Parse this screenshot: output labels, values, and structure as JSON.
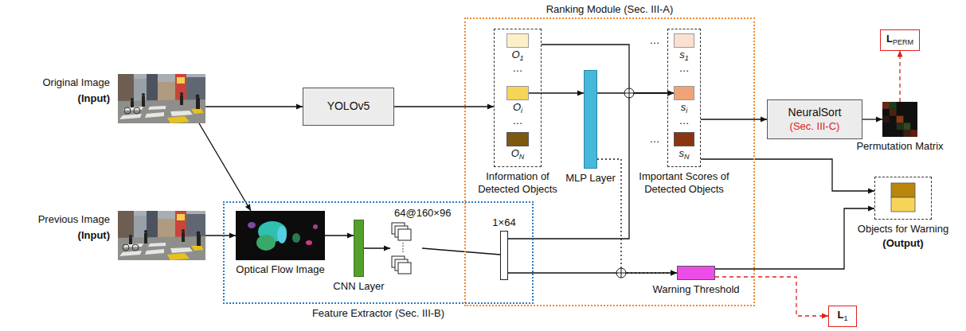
{
  "diagram": {
    "nodes": [
      {
        "text": [
          "Original Image",
          "(Input)"
        ]
      },
      {
        "text": [
          "Previous Image",
          "(Input)"
        ]
      },
      {
        "text": [
          "YOLOv5"
        ]
      },
      {
        "text": [
          "Ranking Module (Sec. III-A)"
        ]
      },
      {
        "text": [
          "Information of Detected Objects"
        ],
        "in": 3
      },
      {
        "text": [
          "O1"
        ],
        "in": 4
      },
      {
        "text": [
          "Oi"
        ],
        "in": 4
      },
      {
        "text": [
          "ON"
        ],
        "in": 4
      },
      {
        "text": [
          "MLP Layer"
        ],
        "in": 3
      },
      {
        "text": [
          "Important Scores of Detected Objects"
        ],
        "in": 3
      },
      {
        "text": [
          "s1"
        ],
        "in": 9
      },
      {
        "text": [
          "si"
        ],
        "in": 9
      },
      {
        "text": [
          "sN"
        ],
        "in": 9
      },
      {
        "text": [
          "Warning Threshold"
        ],
        "in": 3
      },
      {
        "text": [
          "NeuralSort",
          "(Sec. III-C)"
        ]
      },
      {
        "text": [
          "Permutation Matrix"
        ]
      },
      {
        "text": [
          "LPERM"
        ]
      },
      {
        "text": [
          "Objects for Warning",
          "(Output)"
        ]
      },
      {
        "text": [
          "Feature Extractor (Sec. III-B)"
        ]
      },
      {
        "text": [
          "Optical Flow Image"
        ],
        "in": 18
      },
      {
        "text": [
          "CNN Layer"
        ],
        "in": 18
      },
      {
        "text": [
          "64@160×96"
        ],
        "in": 18
      },
      {
        "text": [
          "1×64"
        ],
        "in": 18
      },
      {
        "text": [
          "L1"
        ]
      }
    ],
    "edges": [
      {
        "from": 0,
        "to": 2,
        "arrow": "to"
      },
      {
        "from": 0,
        "to": 19,
        "arrow": "to"
      },
      {
        "from": 1,
        "to": 19,
        "arrow": "to"
      },
      {
        "from": 2,
        "to": 4,
        "arrow": "to"
      },
      {
        "from": 6,
        "to": 8,
        "arrow": "to"
      },
      {
        "from": 8,
        "to": 11,
        "arrow": "to"
      },
      {
        "from": 4,
        "to": 11,
        "arrow": "to"
      },
      {
        "from": 22,
        "to": 11,
        "arrow": "to"
      },
      {
        "from": 22,
        "to": 13,
        "arrow": "to"
      },
      {
        "from": 8,
        "to": 13,
        "arrow": "to"
      },
      {
        "from": 9,
        "to": 14,
        "arrow": "to"
      },
      {
        "from": 14,
        "to": 15,
        "arrow": "to"
      },
      {
        "from": 15,
        "to": 16,
        "arrow": "to"
      },
      {
        "from": 9,
        "to": 17,
        "arrow": "to"
      },
      {
        "from": 13,
        "to": 17,
        "arrow": "to"
      },
      {
        "from": 13,
        "to": 23,
        "arrow": "to"
      },
      {
        "from": 19,
        "to": 20,
        "arrow": "to"
      },
      {
        "from": 20,
        "to": 21,
        "arrow": "to"
      },
      {
        "from": 21,
        "to": 22,
        "arrow": "none"
      }
    ],
    "labels": [
      "…",
      "…",
      "…",
      "…",
      "…",
      "…"
    ]
  }
}
